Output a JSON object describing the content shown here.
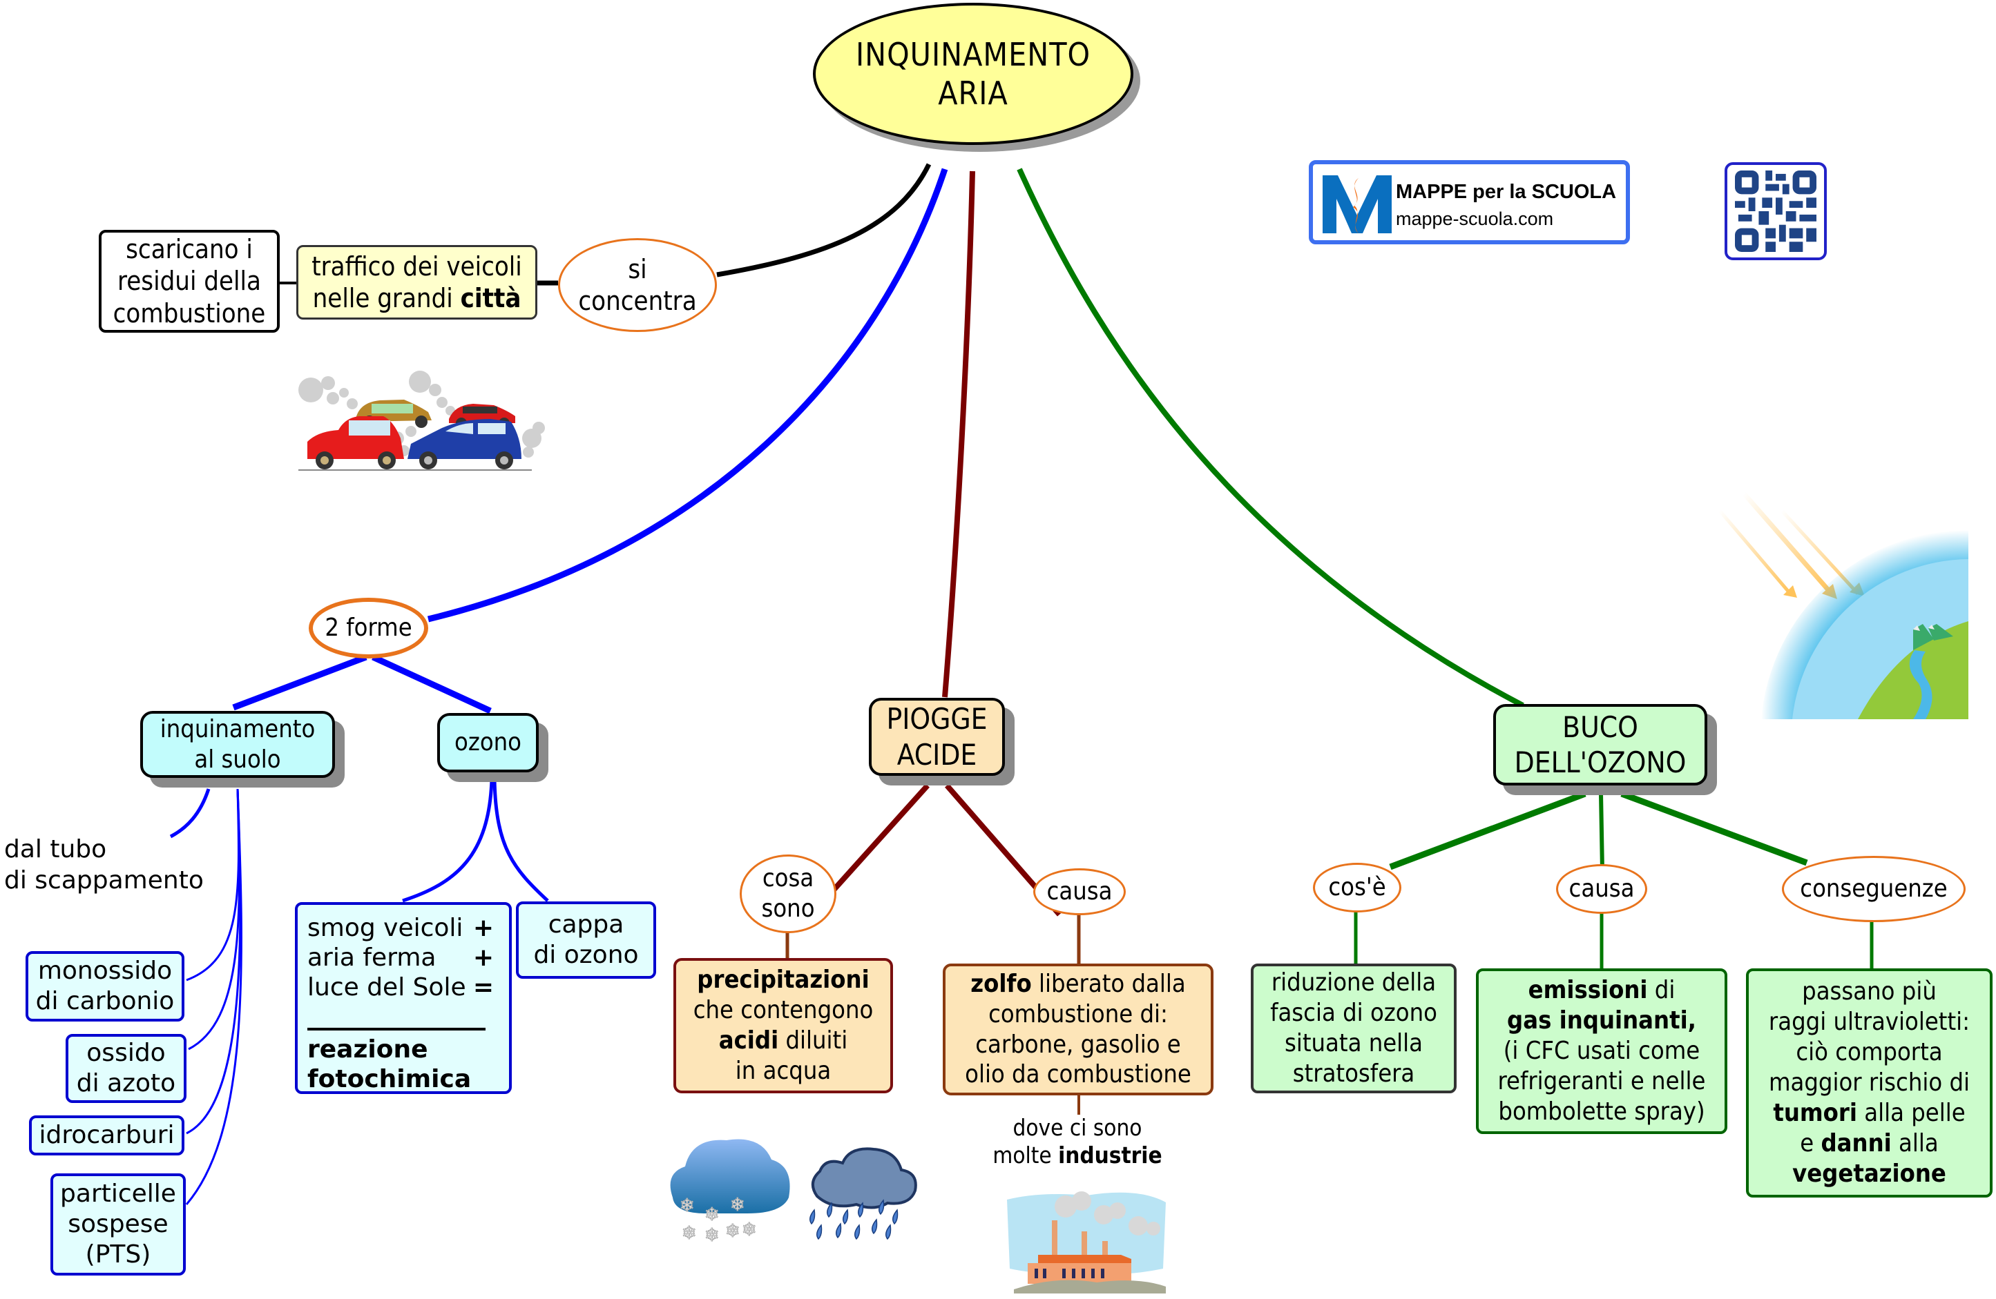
{
  "title": {
    "line1": "INQUINAMENTO",
    "line2": "ARIA"
  },
  "colors": {
    "title_fill": "#ffff99",
    "link_black": "#000000",
    "link_blue": "#0000ff",
    "link_darkred": "#7a0000",
    "link_green": "#007a00",
    "ellipse_border": "#e8731c",
    "cyan_fill": "#c2fcfc",
    "light_cyan_fill": "#e2fefe",
    "peach_fill": "#fde5b8",
    "green_fill": "#ccfccc",
    "yellow_fill": "#ffffcc"
  },
  "branding": {
    "logo_title": "MAPPE per la SCUOLA",
    "logo_url": "mappe-scuola.com",
    "logo_icon": "mappe-m-logo-icon",
    "qr_icon": "qr-code-icon"
  },
  "traffic_branch": {
    "link_label": {
      "line1": "si",
      "line2": "concentra"
    },
    "main": {
      "line1": "traffico dei veicoli",
      "line2_normal": "nelle grandi ",
      "line2_bold": "città"
    },
    "detail": {
      "line1": "scaricano i",
      "line2": "residui della",
      "line3": "combustione"
    },
    "image": "cars-traffic-smog-image"
  },
  "forms_branch": {
    "link_label": "2 forme",
    "ground": {
      "title": {
        "line1": "inquinamento",
        "line2": "al suolo"
      },
      "source_label": {
        "line1": "dal tubo",
        "line2": "di scappamento"
      },
      "items": [
        {
          "line1": "monossido",
          "line2": "di carbonio"
        },
        {
          "line1": "ossido",
          "line2": "di azoto"
        },
        {
          "line1": "idrocarburi"
        },
        {
          "line1": "particelle",
          "line2": "sospese",
          "line3": "(PTS)"
        }
      ]
    },
    "ozone": {
      "title": "ozono",
      "smog": {
        "rows": [
          {
            "text": "smog veicoli",
            "op": "+"
          },
          {
            "text": "aria ferma",
            "op": "+"
          },
          {
            "text": "luce del Sole",
            "op": "="
          }
        ],
        "result_line1": "reazione",
        "result_line2": "fotochimica"
      },
      "cap": {
        "line1": "cappa",
        "line2": "di ozono"
      }
    }
  },
  "acid_branch": {
    "title": {
      "line1": "PIOGGE",
      "line2": "ACIDE"
    },
    "what": {
      "label": {
        "line1": "cosa",
        "line2": "sono"
      },
      "text": {
        "bold1": "precipitazioni",
        "line2": "che contengono",
        "bold3": "acidi",
        "line3_rest": " diluiti",
        "line4": "in acqua"
      }
    },
    "cause": {
      "label": "causa",
      "text": {
        "bold1": "zolfo",
        "line1_rest": " liberato dalla",
        "line2": "combustione di:",
        "line3": "carbone, gasolio e",
        "line4": "olio da combustione"
      },
      "where": {
        "line1": "dove ci sono",
        "line2_normal": "molte ",
        "line2_bold": "industrie"
      }
    },
    "images": [
      "snow-cloud-icon",
      "rain-cloud-icon",
      "factory-icon"
    ]
  },
  "ozone_hole_branch": {
    "title": {
      "line1": "BUCO",
      "line2": "DELL'OZONO"
    },
    "image": "earth-uv-rays-image",
    "what": {
      "label": "cos'è",
      "text": {
        "line1": "riduzione della",
        "line2": "fascia di ozono",
        "line3": "situata nella",
        "line4": "stratosfera"
      }
    },
    "cause": {
      "label": "causa",
      "text": {
        "bold1": "emissioni",
        "line1_rest": " di",
        "bold2": "gas inquinanti,",
        "line3": "(i CFC usati come",
        "line4": "refrigeranti e nelle",
        "line5": "bombolette spray)"
      }
    },
    "consequences": {
      "label": "conseguenze",
      "text": {
        "line1": "passano più",
        "line2": "raggi ultravioletti:",
        "line3": "ciò comporta",
        "line4": "maggior rischio di",
        "bold5": "tumori",
        "line5_rest": " alla pelle",
        "line6_pre": "e ",
        "bold6": "danni",
        "line6_rest": " alla",
        "bold7": "vegetazione"
      }
    }
  }
}
